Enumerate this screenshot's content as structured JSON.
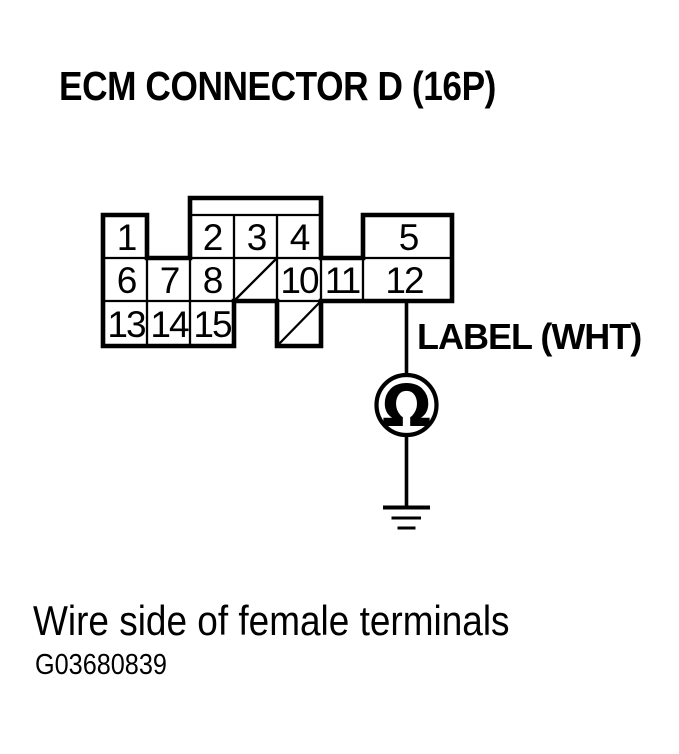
{
  "title": "ECM CONNECTOR D (16P)",
  "connector": {
    "pins": [
      "1",
      "2",
      "3",
      "4",
      "5",
      "6",
      "7",
      "8",
      "10",
      "11",
      "12",
      "13",
      "14",
      "15"
    ],
    "empty_slash_positions": [
      "9",
      "16"
    ],
    "wire": {
      "label": "LABEL (WHT)",
      "color_code": "WHT",
      "from_pin": "12"
    }
  },
  "meter": {
    "symbol": "Ω",
    "kind": "ohmmeter"
  },
  "footer": {
    "caption": "Wire side of female terminals",
    "figure_id": "G03680839"
  },
  "colors": {
    "background": "#ffffff",
    "ink": "#000000"
  }
}
